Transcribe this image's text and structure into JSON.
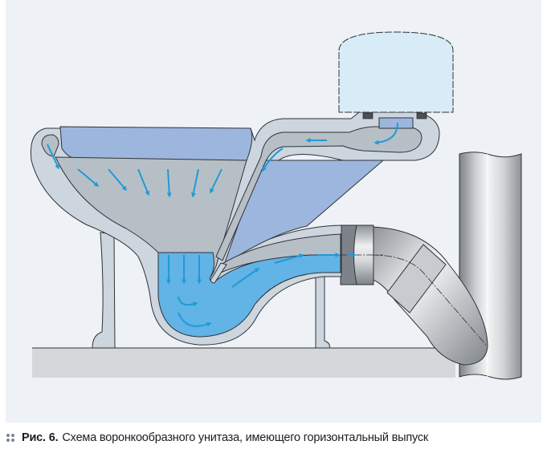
{
  "figure": {
    "title": "Funnel-shaped toilet with horizontal outlet — schematic",
    "parts": [
      "cistern",
      "flush-channel",
      "bowl",
      "water-seal",
      "outlet-pipe",
      "pipe-coupling",
      "elbow-45",
      "riser-pipe",
      "floor",
      "pedestal-legs"
    ],
    "colors": {
      "panel_bg": "#eef1f5",
      "ceramic": "#cdd6de",
      "cavity": "#b7bfc6",
      "bowl_interior": "#9db6de",
      "water": "#62b3e6",
      "cistern": "#d8ecf8",
      "arrow": "#1e9bd7",
      "floor": "#d5d7da",
      "outline": "#2e3338"
    }
  },
  "caption": {
    "label": "Рис. 6.",
    "text": "Схема воронкообразного унитаза, имеющего горизонтальный выпуск"
  }
}
